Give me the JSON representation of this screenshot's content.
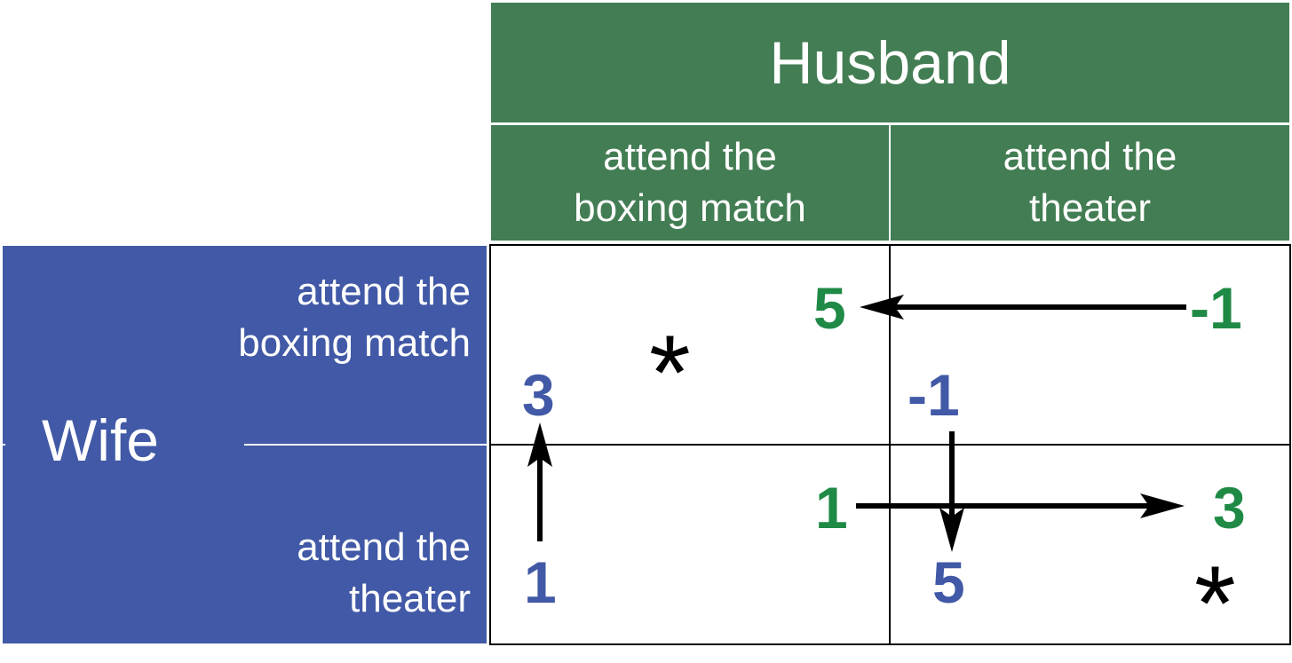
{
  "header": {
    "title": "Husband"
  },
  "columns": [
    {
      "label_line1": "attend the",
      "label_line2": "boxing match"
    },
    {
      "label_line1": "attend the",
      "label_line2": "theater"
    }
  ],
  "side": {
    "title": "Wife"
  },
  "rows": [
    {
      "label_line1": "attend the",
      "label_line2": "boxing match"
    },
    {
      "label_line1": "attend the",
      "label_line2": "theater"
    }
  ],
  "cells": {
    "r1c1": {
      "husband_payoff": "5",
      "wife_payoff": "3",
      "equilibrium": "*"
    },
    "r1c2": {
      "husband_payoff": "-1",
      "wife_payoff": "-1"
    },
    "r2c1": {
      "husband_payoff": "1",
      "wife_payoff": "1"
    },
    "r2c2": {
      "husband_payoff": "3",
      "wife_payoff": "5",
      "equilibrium": "*"
    }
  },
  "colors": {
    "husband": "#437d53",
    "husband_payoff": "#1f8a45",
    "wife": "#4159a6",
    "arrows": "#000000"
  }
}
